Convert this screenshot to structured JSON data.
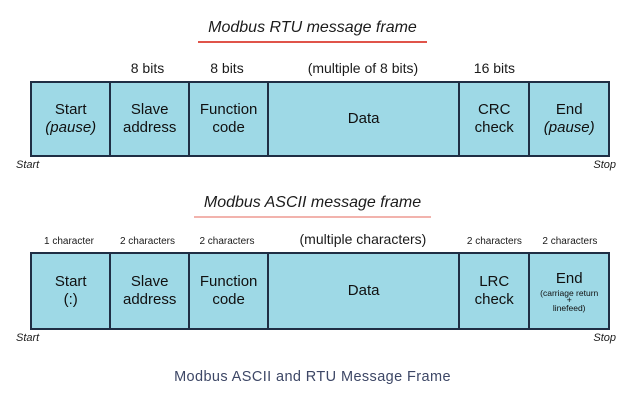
{
  "caption": "Modbus ASCII and RTU Message Frame",
  "colors": {
    "box_fill": "#9ed9e6",
    "box_border": "#1f2e44",
    "rtu_underline": "#e0544a",
    "ascii_underline": "#f2b3ad",
    "caption_text": "#3d4766"
  },
  "rtu": {
    "title": "Modbus RTU message frame",
    "headers": [
      "",
      "8 bits",
      "8 bits",
      "(multiple of 8 bits)",
      "16 bits",
      ""
    ],
    "cells": [
      {
        "l1": "Start",
        "l2": "(pause)"
      },
      {
        "l1": "Slave",
        "l2": "address"
      },
      {
        "l1": "Function",
        "l2": "code"
      },
      {
        "l1": "Data"
      },
      {
        "l1": "CRC",
        "l2": "check"
      },
      {
        "l1": "End",
        "l2": "(pause)"
      }
    ],
    "start": "Start",
    "stop": "Stop"
  },
  "ascii": {
    "title": "Modbus ASCII message frame",
    "headers": [
      "1 character",
      "2 characters",
      "2 characters",
      "(multiple characters)",
      "2 characters",
      "2 characters"
    ],
    "cells": [
      {
        "l1": "Start",
        "l2": "(:)"
      },
      {
        "l1": "Slave",
        "l2": "address"
      },
      {
        "l1": "Function",
        "l2": "code"
      },
      {
        "l1": "Data"
      },
      {
        "l1": "LRC",
        "l2": "check"
      },
      {
        "l1": "End",
        "l2": "(carriage return",
        "l3": "+",
        "l4": "linefeed)"
      }
    ],
    "start": "Start",
    "stop": "Stop"
  }
}
